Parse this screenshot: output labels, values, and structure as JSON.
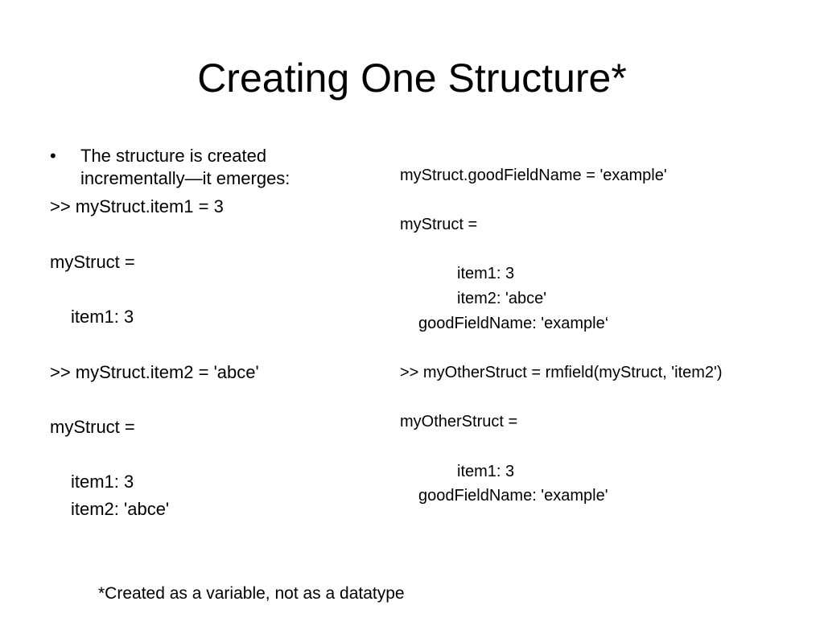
{
  "slide": {
    "title": "Creating One Structure*",
    "bullet": {
      "marker": "•",
      "text": "The structure is created\nincrementally—it emerges:"
    },
    "left_lines": [
      ">> myStruct.item1 = 3",
      "myStruct =",
      "item1: 3",
      ">> myStruct.item2 = 'abce'",
      "myStruct =",
      "item1: 3",
      "item2: 'abce'"
    ],
    "right_lines": [
      "myStruct.goodFieldName = 'example'",
      "myStruct =",
      "item1: 3",
      "item2: 'abce'",
      "goodFieldName: 'example‘",
      ">> myOtherStruct = rmfield(myStruct, 'item2')",
      "myOtherStruct =",
      "item1: 3",
      "goodFieldName: 'example'"
    ],
    "footnote": "*Created as a variable, not as a datatype"
  }
}
